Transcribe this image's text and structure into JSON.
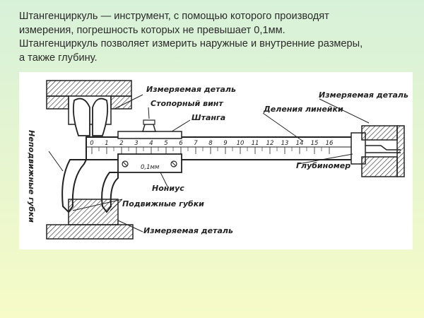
{
  "intro": {
    "line1": "Штангенциркуль — инструмент, с помощью которого производят",
    "line2": "измерения, погрешность которых не превышает 0,1мм.",
    "line3": "Штангенциркуль позволяет измерить наружные и внутренние размеры,",
    "line4": "а также глубину."
  },
  "diagram": {
    "labels": {
      "part_top": "Измеряемая деталь",
      "lock_screw": "Стопорный винт",
      "beam": "Штанга",
      "scale_divisions": "Деления линейки",
      "part_right": "Измеряемая деталь",
      "fixed_jaws": "Неподвижные губки",
      "vernier": "Нониус",
      "movable_jaws": "Подвижные губки",
      "depth_gauge": "Глубиномер",
      "part_bottom": "Измеряемая деталь",
      "vernier_marking": "0,1мм"
    },
    "scale_numbers": [
      "0",
      "1",
      "2",
      "3",
      "4",
      "5",
      "6",
      "7",
      "8",
      "9",
      "10",
      "11",
      "12",
      "13",
      "14",
      "15",
      "16"
    ]
  }
}
